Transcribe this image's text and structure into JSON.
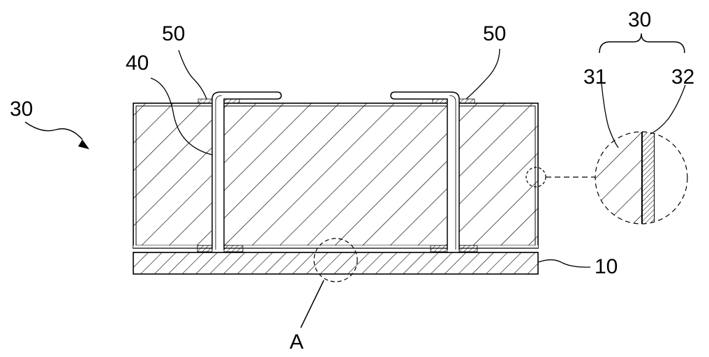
{
  "labels": {
    "assembly_left": "30",
    "assembly_right": "30",
    "label_40": "40",
    "label_50_left": "50",
    "label_50_right": "50",
    "label_31": "31",
    "label_32": "32",
    "label_10": "10",
    "label_A": "A"
  }
}
